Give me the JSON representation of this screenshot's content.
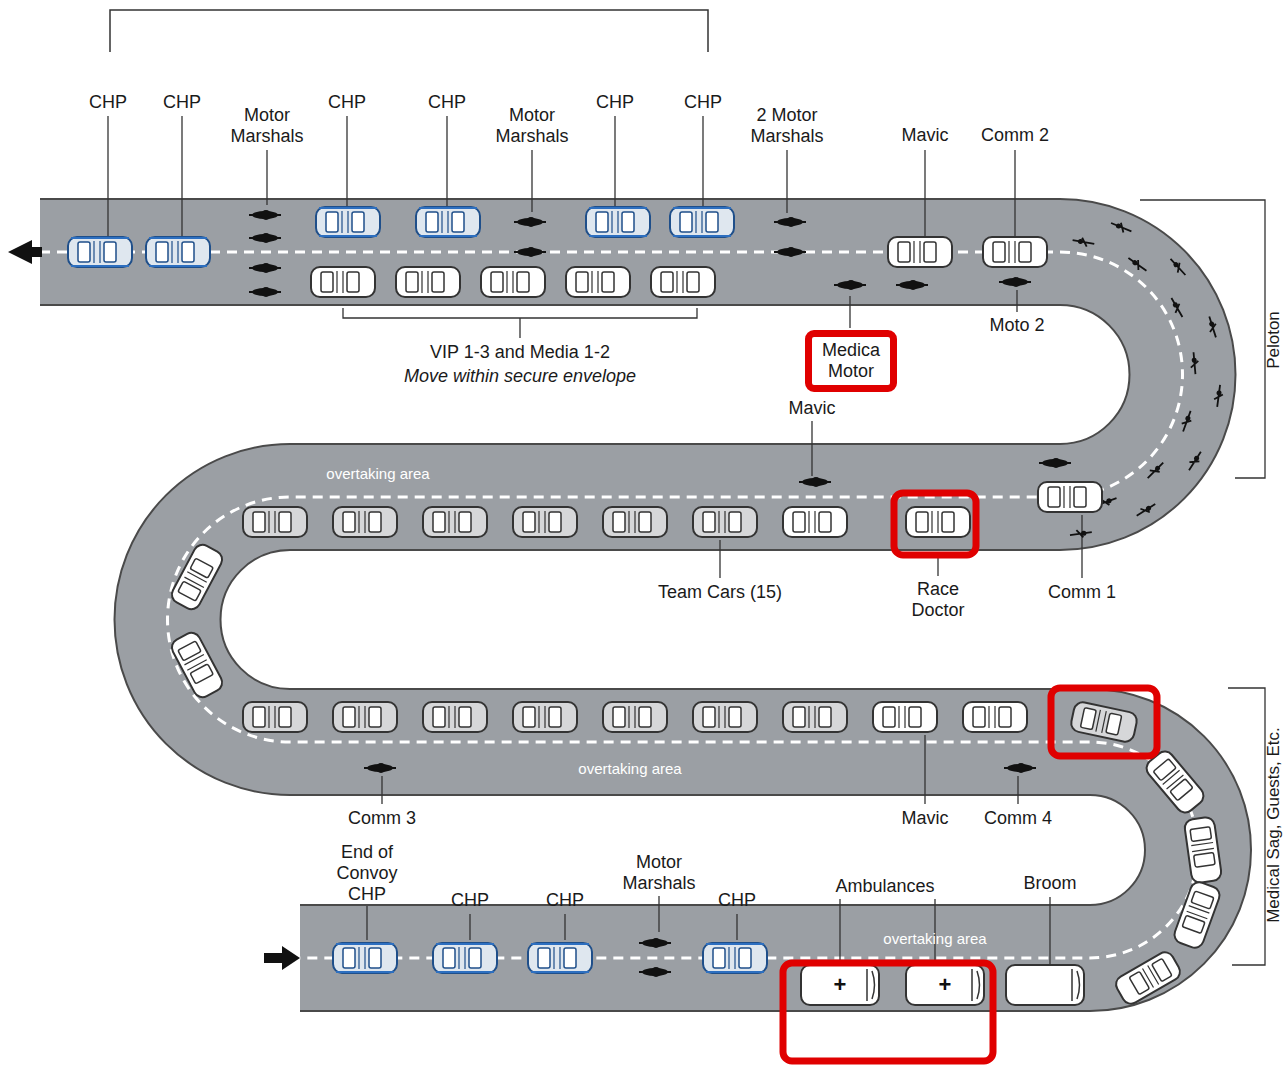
{
  "diagram": {
    "nodes": [
      {
        "text": [
          "Medica Motor"
        ]
      }
    ],
    "labels": [
      "CHP",
      "CHP",
      "Motor Marshals",
      "CHP",
      "CHP",
      "Motor Marshals",
      "CHP",
      "CHP",
      "2 Motor Marshals",
      "Mavic",
      "Comm 2",
      "VIP 1-3 and Media 1-2",
      "Move within secure envelope",
      "Moto 2",
      "Mavic",
      "Peloton",
      "overtaking area",
      "Team Cars (15)",
      "Race Doctor",
      "Comm 1",
      "Comm 3",
      "Mavic",
      "Comm 4",
      "overtaking area",
      "Medical Sag, Guests, Etc.",
      "End of Convoy CHP",
      "CHP",
      "CHP",
      "Motor Marshals",
      "CHP",
      "Ambulances",
      "Broom",
      "overtaking area",
      "+",
      "+"
    ]
  }
}
